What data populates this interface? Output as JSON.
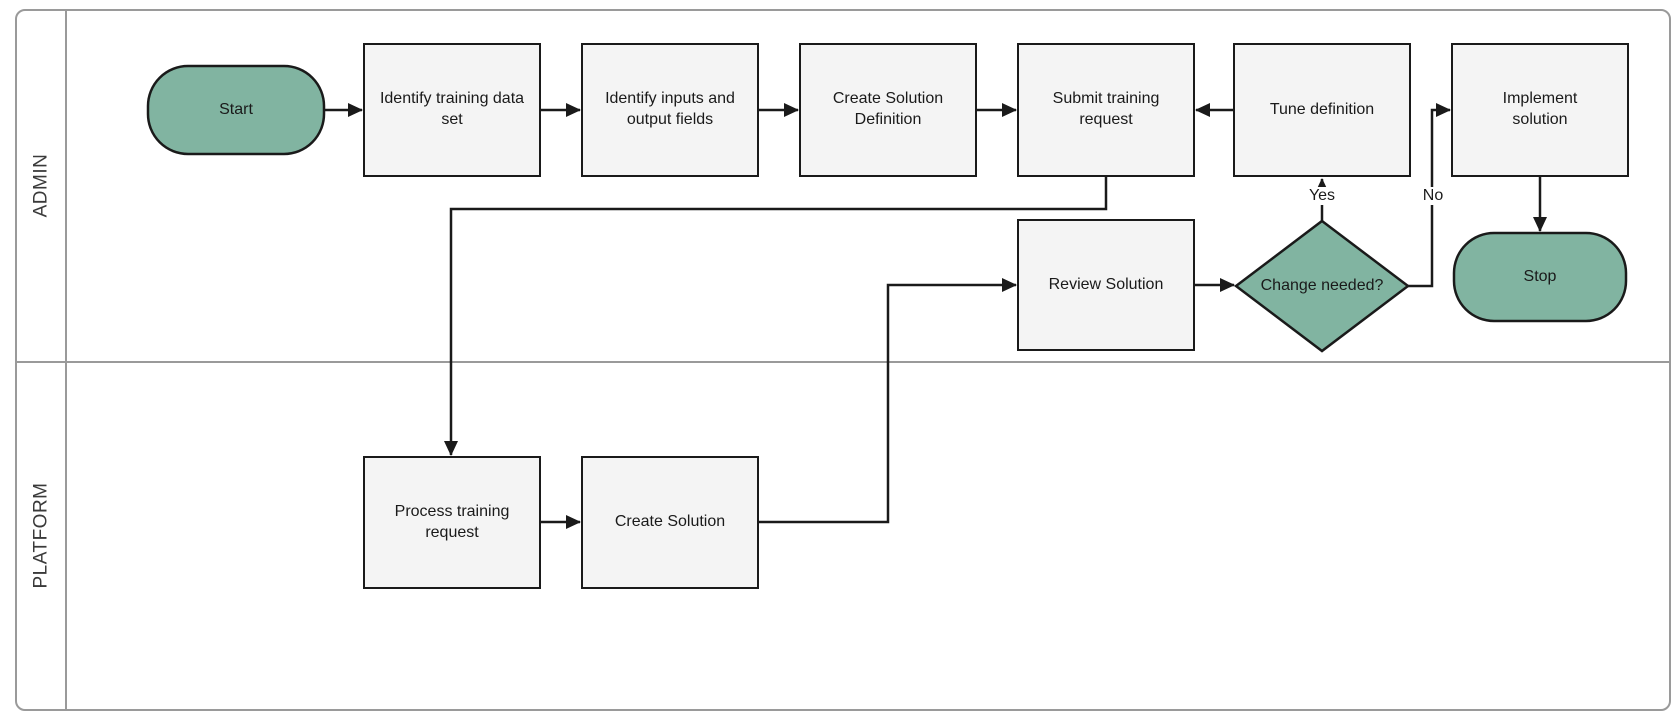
{
  "diagram": {
    "kind": "swimlane-flowchart",
    "lanes": [
      {
        "label": "ADMIN"
      },
      {
        "label": "PLATFORM"
      }
    ],
    "nodes": {
      "start": {
        "label": "Start",
        "type": "terminator"
      },
      "identify_training_data": {
        "label": "Identify training data set",
        "type": "process"
      },
      "identify_inputs_outputs": {
        "label": "Identify inputs and output fields",
        "type": "process"
      },
      "create_solution_definition": {
        "label": "Create Solution Definition",
        "type": "process"
      },
      "submit_training_request": {
        "label": "Submit training request",
        "type": "process"
      },
      "tune_definition": {
        "label": "Tune definition",
        "type": "process"
      },
      "implement_solution": {
        "label": "Implement solution",
        "type": "process"
      },
      "review_solution": {
        "label": "Review Solution",
        "type": "process"
      },
      "change_needed": {
        "label": "Change needed?",
        "type": "decision"
      },
      "stop": {
        "label": "Stop",
        "type": "terminator"
      },
      "process_training_request": {
        "label": "Process training request",
        "type": "process"
      },
      "create_solution": {
        "label": "Create Solution",
        "type": "process"
      }
    },
    "edge_labels": {
      "yes": "Yes",
      "no": "No"
    },
    "colors": {
      "terminator_fill": "#81b4a1",
      "decision_fill": "#81b4a1",
      "process_fill": "#f4f4f4",
      "node_border": "#1a1a1a",
      "lane_border": "#9a9a9a",
      "connector": "#1a1a1a",
      "lane_label_text": "#3a3a3a",
      "node_text": "#1a1a1a"
    }
  }
}
